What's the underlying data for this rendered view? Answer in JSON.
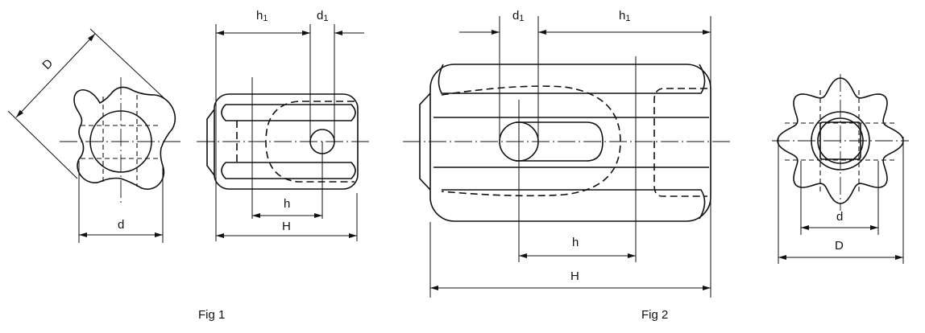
{
  "figures": {
    "fig1": {
      "caption": "Fig 1",
      "labels": {
        "D": "D",
        "d": "d",
        "h1": "h",
        "h1_sub": "1",
        "d1": "d",
        "d1_sub": "1",
        "h": "h",
        "H": "H"
      }
    },
    "fig2": {
      "caption": "Fig 2",
      "labels": {
        "d1": "d",
        "d1_sub": "1",
        "h1": "h",
        "h1_sub": "1",
        "h": "h",
        "H": "H",
        "d": "d",
        "D": "D"
      }
    }
  }
}
